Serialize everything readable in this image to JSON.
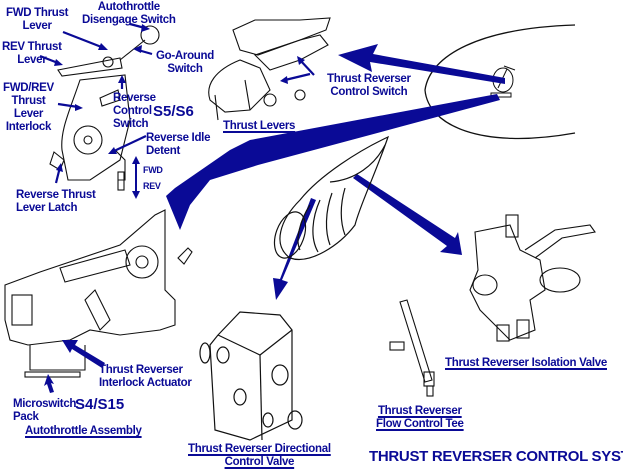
{
  "title": "THRUST REVERSER CONTROL SYSTEM",
  "colors": {
    "label": "#0a0a96",
    "arrow": "#0a0a96",
    "line": "#111111"
  },
  "throttle_quadrant": {
    "fwd_thrust_lever": [
      "FWD Thrust",
      "Lever"
    ],
    "autothrottle_disengage_switch": [
      "Autothrottle",
      "Disengage Switch"
    ],
    "rev_thrust_lever": [
      "REV Thrust",
      "Lever"
    ],
    "go_around_switch": [
      "Go-Around",
      "Switch"
    ],
    "fwd_rev_interlock": [
      "FWD/REV",
      "Thrust",
      "Lever",
      "Interlock"
    ],
    "reverse_control_switch": [
      "Reverse",
      "Control",
      "Switch"
    ],
    "switch_id": "S5/S6",
    "reverse_idle_detent": [
      "Reverse Idle",
      "Detent"
    ],
    "direction_fwd": "FWD",
    "direction_rev": "REV",
    "reverse_thrust_lever_latch": [
      "Reverse Thrust",
      "Lever Latch"
    ]
  },
  "thrust_levers": {
    "control_switch": [
      "Thrust Reverser",
      "Control Switch"
    ],
    "caption": "Thrust Levers"
  },
  "autothrottle": {
    "interlock_actuator": [
      "Thrust Reverser",
      "Interlock Actuator"
    ],
    "microswitch_pack": [
      "Microswitch",
      "Pack"
    ],
    "switch_id": "S4/S15",
    "caption": "Autothrottle Assembly"
  },
  "directional_valve": {
    "caption": [
      "Thrust Reverser Directional",
      "Control Valve"
    ]
  },
  "flow_tee": {
    "caption": [
      "Thrust Reverser",
      "Flow Control Tee"
    ]
  },
  "isolation_valve": {
    "caption": "Thrust Reverser Isolation Valve"
  }
}
